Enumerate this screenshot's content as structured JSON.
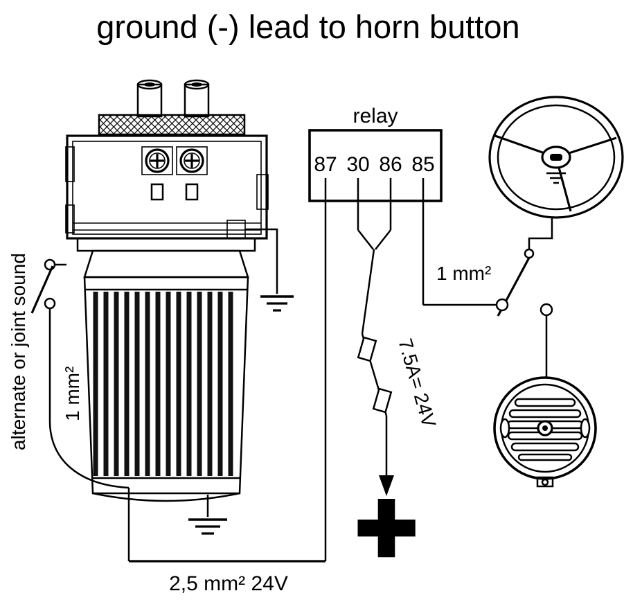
{
  "title": "ground (-) lead to horn button",
  "relay": {
    "label": "relay",
    "terminals": [
      "87",
      "30",
      "86",
      "85"
    ]
  },
  "labels": {
    "switch_mode": "alternate or joint sound",
    "wire_left_gauge": "1 mm²",
    "wire_button_gauge": "1 mm²",
    "fuse_rating": "7.5A= 24V",
    "supply_gauge": "2,5 mm²  24V",
    "battery_plus": "+"
  },
  "colors": {
    "line": "#000000",
    "background": "#ffffff"
  }
}
